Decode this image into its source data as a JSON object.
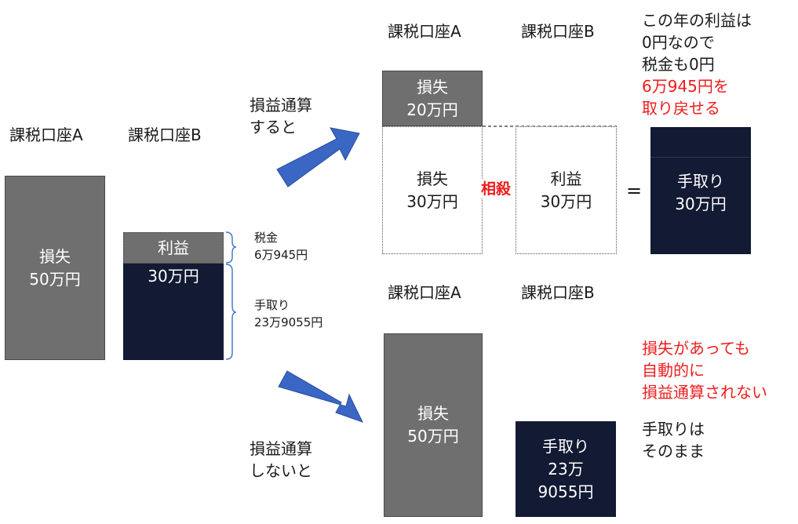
{
  "left": {
    "account_a_label": "課税口座A",
    "account_b_label": "課税口座B",
    "loss_box": "損失\n50万円",
    "profit_label": "利益",
    "profit_amount": "30万円",
    "tax_label": "税金\n6万945円",
    "takehome_label": "手取り\n23万9055円"
  },
  "top_scenario": {
    "arrow_caption": "損益通算\nすると",
    "account_a_label": "課税口座A",
    "account_b_label": "課税口座B",
    "loss_remaining": "損失\n20万円",
    "loss_offset": "損失\n30万円",
    "offset_label": "相殺",
    "profit_offset": "利益\n30万円",
    "equals": "=",
    "takehome_box": "手取り\n30万円",
    "note_black": "この年の利益は\n0円なので\n税金も0円",
    "note_red": "6万945円を\n取り戻せる"
  },
  "bottom_scenario": {
    "arrow_caption": "損益通算\nしないと",
    "account_a_label": "課税口座A",
    "account_b_label": "課税口座B",
    "loss_box": "損失\n50万円",
    "takehome_box": "手取り\n23万\n9055円",
    "note_red": "損失があっても\n自動的に\n損益通算されない",
    "note_black": "手取りは\nそのまま"
  },
  "colors": {
    "loss_gray": "#6f6f6f",
    "navy": "#131a33",
    "arrow_blue": "#3a66c4",
    "brace_blue": "#4a7ac8",
    "emphasis_red": "#ee1c1c"
  }
}
